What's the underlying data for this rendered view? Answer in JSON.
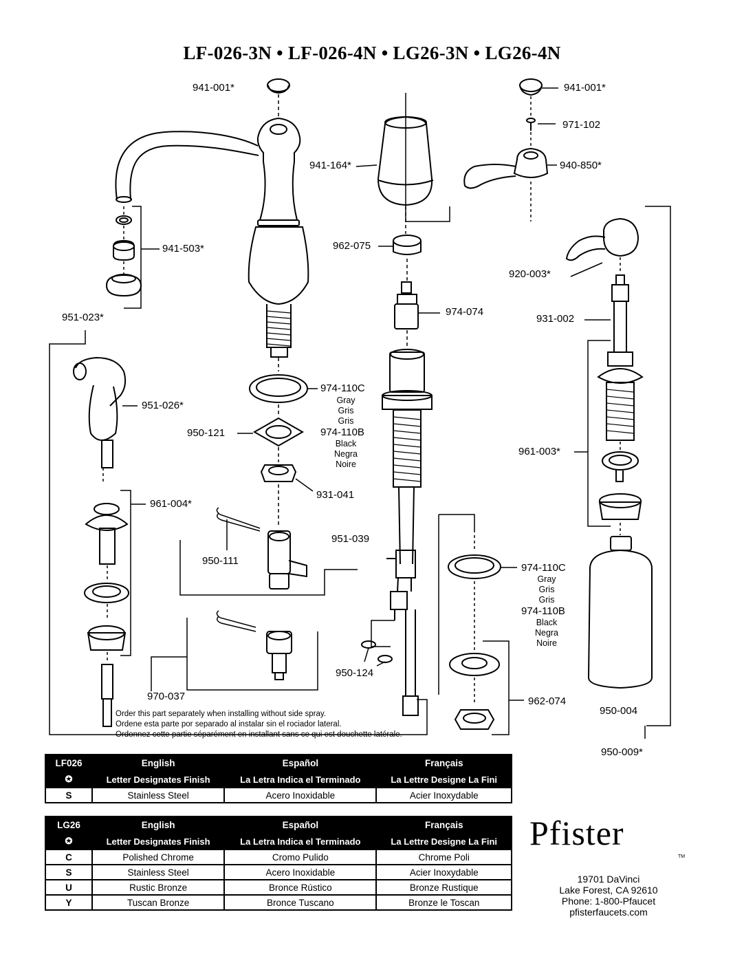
{
  "title": "LF-026-3N • LF-026-4N • LG26-3N • LG26-4N",
  "parts": {
    "p941_001_left": "941-001*",
    "p941_001_right": "941-001*",
    "p971_102": "971-102",
    "p940_850": "940-850*",
    "p941_164": "941-164*",
    "p941_503": "941-503*",
    "p962_075": "962-075",
    "p920_003": "920-003*",
    "p974_074": "974-074",
    "p931_002": "931-002",
    "p951_023": "951-023*",
    "p951_026": "951-026*",
    "p974_110c_top": "974-110C",
    "p950_121": "950-121",
    "p974_110b_top": "974-110B",
    "p961_003": "961-003*",
    "p931_041": "931-041",
    "p961_004": "961-004*",
    "p951_039": "951-039",
    "p950_111": "950-111",
    "p974_110c_bot": "974-110C",
    "p974_110b_bot": "974-110B",
    "p950_124": "950-124",
    "p970_037": "970-037",
    "p962_074": "962-074",
    "p950_004": "950-004",
    "p950_009": "950-009*"
  },
  "colors": {
    "gray_en": "Gray",
    "gray_es": "Gris",
    "gray_fr": "Gris",
    "black_en": "Black",
    "black_es": "Negra",
    "black_fr": "Noire"
  },
  "note": {
    "en": "Order this part separately when installing without side spray.",
    "es": "Ordene esta parte por separado al instalar sin el rociador lateral.",
    "fr": "Ordonnez cette partie séparément en installant sans ce qui est douchette latérale."
  },
  "table_lf": {
    "code": "LF026",
    "symbol": "✪",
    "headers": [
      "English",
      "Español",
      "Français"
    ],
    "subheaders": [
      "Letter Designates Finish",
      "La Letra Indica el Terminado",
      "La Lettre Designe La Fini"
    ],
    "rows": [
      {
        "code": "S",
        "en": "Stainless Steel",
        "es": "Acero Inoxidable",
        "fr": "Acier Inoxydable"
      }
    ]
  },
  "table_lg": {
    "code": "LG26",
    "symbol": "✪",
    "headers": [
      "English",
      "Español",
      "Français"
    ],
    "subheaders": [
      "Letter Designates Finish",
      "La Letra Indica el Terminado",
      "La Lettre Designe La Fini"
    ],
    "rows": [
      {
        "code": "C",
        "en": "Polished Chrome",
        "es": "Cromo Pulido",
        "fr": "Chrome Poli"
      },
      {
        "code": "S",
        "en": "Stainless Steel",
        "es": "Acero Inoxidable",
        "fr": "Acier Inoxydable"
      },
      {
        "code": "U",
        "en": "Rustic Bronze",
        "es": "Bronce Rústico",
        "fr": "Bronze Rustique"
      },
      {
        "code": "Y",
        "en": "Tuscan Bronze",
        "es": "Bronce Tuscano",
        "fr": "Bronze le Toscan"
      }
    ]
  },
  "brand": {
    "name": "Pfister",
    "tm": "TM",
    "address1": "19701 DaVinci",
    "address2": "Lake Forest, CA 92610",
    "phone": "Phone: 1-800-Pfaucet",
    "web": "pfisterfaucets.com"
  }
}
